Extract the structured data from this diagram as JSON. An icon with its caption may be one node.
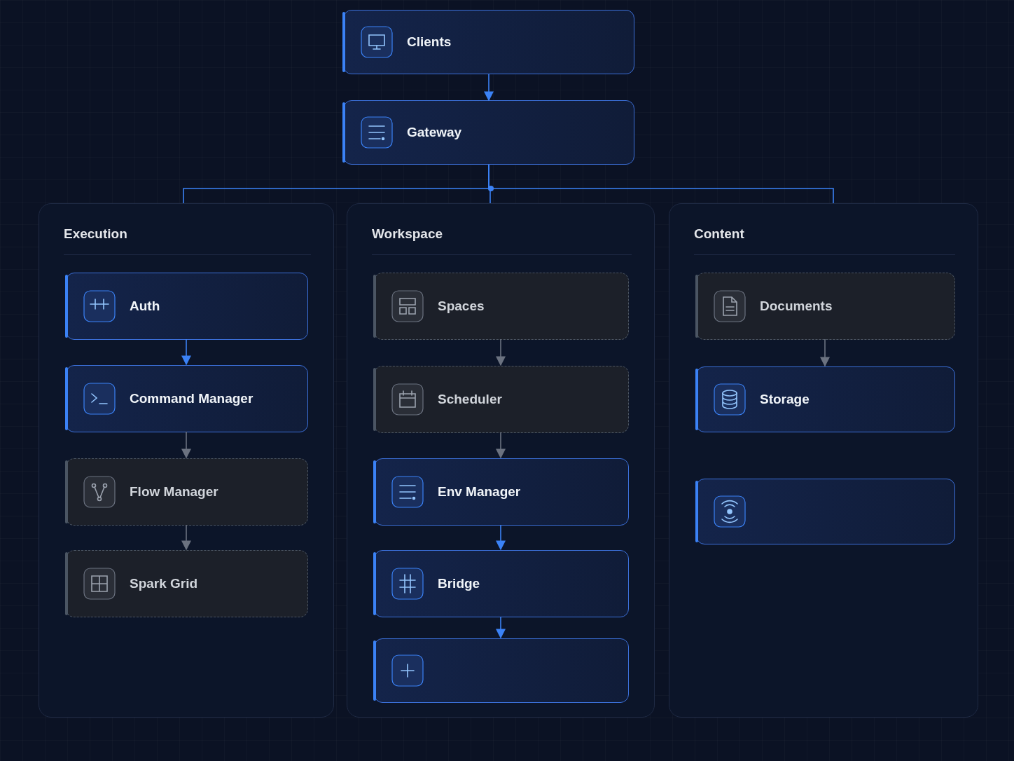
{
  "diagram": {
    "nodes": [
      {
        "text": [
          "Clients"
        ]
      },
      {
        "text": [
          "Gateway"
        ]
      },
      {
        "text": [
          "Execution"
        ]
      },
      {
        "text": [
          "Auth"
        ],
        "in": 2
      },
      {
        "text": [
          "Command Manager"
        ],
        "in": 2
      },
      {
        "text": [
          "Flow Manager"
        ],
        "in": 2
      },
      {
        "text": [
          "Spark Grid"
        ],
        "in": 2
      },
      {
        "text": [
          "Workspace"
        ]
      },
      {
        "text": [
          "Spaces"
        ],
        "in": 7
      },
      {
        "text": [
          "Scheduler"
        ],
        "in": 7
      },
      {
        "text": [
          "Env Manager"
        ],
        "in": 7
      },
      {
        "text": [
          "Bridge"
        ],
        "in": 7
      },
      {
        "text": [],
        "shape": "box",
        "in": 7
      },
      {
        "text": [
          "Content"
        ]
      },
      {
        "text": [
          "Documents"
        ],
        "in": 13
      },
      {
        "text": [
          "Storage"
        ],
        "in": 13
      },
      {
        "text": [],
        "shape": "box",
        "in": 13
      }
    ],
    "edges": [
      {
        "from": 0,
        "to": 1,
        "arrow": "to"
      },
      {
        "from": 1,
        "to": 2,
        "arrow": "none"
      },
      {
        "from": 1,
        "to": 7,
        "arrow": "none"
      },
      {
        "from": 1,
        "to": 13,
        "arrow": "none"
      },
      {
        "from": 3,
        "to": 4,
        "arrow": "to"
      },
      {
        "from": 4,
        "to": 5,
        "arrow": "to",
        "color": "#6b7280"
      },
      {
        "from": 5,
        "to": 6,
        "arrow": "to",
        "color": "#6b7280"
      },
      {
        "from": 8,
        "to": 9,
        "arrow": "to",
        "color": "#6b7280"
      },
      {
        "from": 9,
        "to": 10,
        "arrow": "to",
        "color": "#6b7280"
      },
      {
        "from": 10,
        "to": 11,
        "arrow": "to"
      },
      {
        "from": 11,
        "to": 12,
        "arrow": "to"
      },
      {
        "from": 14,
        "to": 15,
        "arrow": "to",
        "color": "#6b7280"
      }
    ]
  }
}
